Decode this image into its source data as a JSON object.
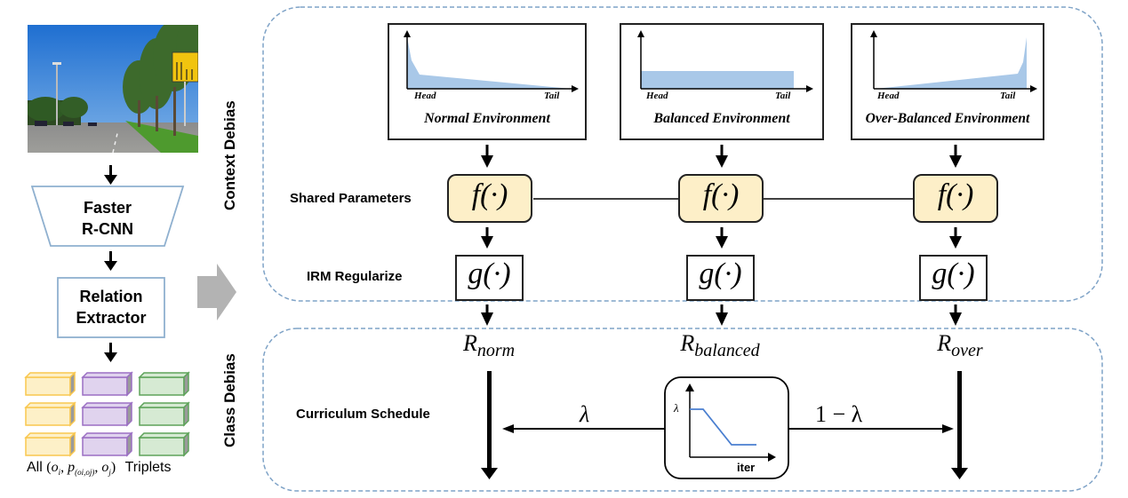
{
  "pipeline": {
    "image_alt": "street scene with palm trees and road sign",
    "detector_label_line1": "Faster",
    "detector_label_line2": "R-CNN",
    "extractor_label_line1": "Relation",
    "extractor_label_line2": "Extractor",
    "triplet_caption_prefix": "All",
    "triplet_caption_formula_open": "(",
    "triplet_caption_o_i": "o",
    "triplet_caption_o_i_sub": "i",
    "triplet_caption_p": "p",
    "triplet_caption_p_sub": "(oi,oj)",
    "triplet_caption_o_j": "o",
    "triplet_caption_o_j_sub": "j",
    "triplet_caption_formula_close": ")",
    "triplet_caption_suffix": "Triplets",
    "triplet_colors": {
      "subject": "#f9c74f",
      "subject_fill": "#fdf0c8",
      "predicate": "#9b6fc3",
      "predicate_fill": "#e0d3ee",
      "object": "#5ea35a",
      "object_fill": "#d6ead3"
    }
  },
  "sections": {
    "context_debias": "Context Debias",
    "class_debias": "Class Debias"
  },
  "environments": [
    {
      "title": "Normal Environment",
      "head": "Head",
      "tail": "Tail",
      "shape": "long-tail"
    },
    {
      "title": "Balanced Environment",
      "head": "Head",
      "tail": "Tail",
      "shape": "uniform"
    },
    {
      "title": "Over-Balanced Environment",
      "head": "Head",
      "tail": "Tail",
      "shape": "reverse-long-tail"
    }
  ],
  "rows": {
    "shared_parameters": "Shared Parameters",
    "irm_regularize": "IRM Regularize",
    "curriculum_schedule": "Curriculum Schedule"
  },
  "modules": {
    "f_label": "f(·)",
    "g_label": "g(·)"
  },
  "risks": [
    {
      "base": "R",
      "sub": "norm"
    },
    {
      "base": "R",
      "sub": "balanced"
    },
    {
      "base": "R",
      "sub": "over"
    }
  ],
  "schedule": {
    "left_weight": "λ",
    "right_weight": "1 − λ",
    "inset_y_label": "λ",
    "inset_x_label": "iter"
  },
  "colors": {
    "dashed_border": "#7fa3c7",
    "dist_fill": "#a9c8e8",
    "f_fill": "#fdefc8",
    "pipeline_border": "#8fb0cf",
    "big_arrow": "#b3b3b3",
    "schedule_curve": "#4a7fd0"
  }
}
